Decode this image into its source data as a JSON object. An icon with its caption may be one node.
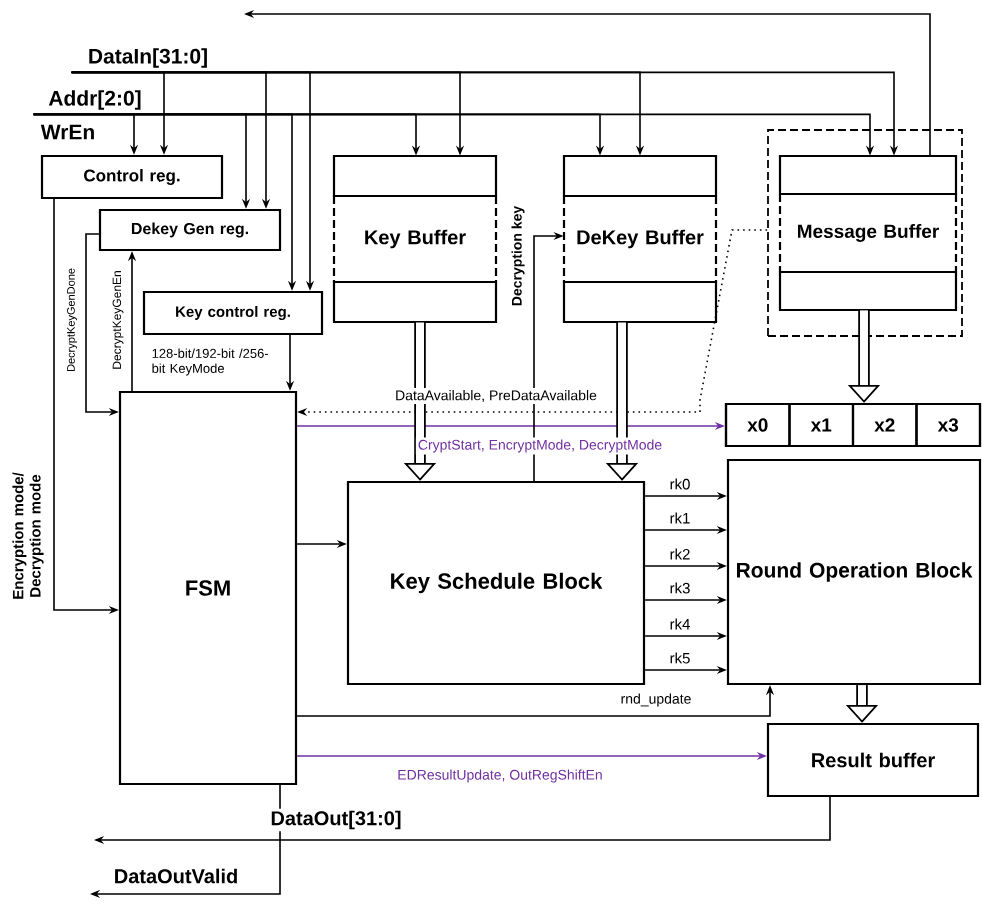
{
  "diagram": {
    "nodes": [
      {
        "text": [
          "DataIn[31:0]"
        ]
      },
      {
        "text": [
          "Addr[2:0]"
        ]
      },
      {
        "text": [
          "Control reg."
        ]
      },
      {
        "text": [
          "Dekey Gen reg."
        ]
      },
      {
        "text": [
          "Key control reg."
        ]
      },
      {
        "text": [
          "Key Buffer"
        ]
      },
      {
        "text": [
          "DeKey Buffer"
        ]
      },
      {
        "text": [],
        "shape": "box"
      },
      {
        "text": [
          "Message Buffer"
        ],
        "in": 7
      },
      {
        "text": [],
        "shape": "box"
      },
      {
        "text": [
          "x0"
        ],
        "in": 9
      },
      {
        "text": [
          "x1"
        ],
        "in": 9
      },
      {
        "text": [
          "x2"
        ],
        "in": 9
      },
      {
        "text": [
          "x3"
        ],
        "in": 9
      },
      {
        "text": [
          "FSM"
        ]
      },
      {
        "text": [
          "Key Schedule Block"
        ]
      },
      {
        "text": [
          "Round Operation Block"
        ]
      },
      {
        "text": [
          "Result buffer"
        ]
      }
    ],
    "edges": [
      {
        "from": 0,
        "to": 2,
        "arrow": "to"
      },
      {
        "from": 1,
        "to": 2,
        "arrow": "to"
      },
      {
        "from": 0,
        "to": 3,
        "arrow": "to"
      },
      {
        "from": 1,
        "to": 3,
        "arrow": "to"
      },
      {
        "from": 0,
        "to": 4,
        "arrow": "to"
      },
      {
        "from": 1,
        "to": 4,
        "arrow": "to"
      },
      {
        "from": 0,
        "to": 5,
        "arrow": "to"
      },
      {
        "from": 1,
        "to": 5,
        "arrow": "to"
      },
      {
        "from": 0,
        "to": 6,
        "arrow": "to"
      },
      {
        "from": 1,
        "to": 6,
        "arrow": "to"
      },
      {
        "from": 0,
        "to": 8,
        "arrow": "to"
      },
      {
        "from": 1,
        "to": 8,
        "arrow": "to"
      },
      {
        "from": 8,
        "to": null,
        "arrow": "to"
      },
      {
        "from": 2,
        "to": 14,
        "arrow": "to",
        "label": "Encryption mode/ Decryption mode"
      },
      {
        "from": 14,
        "to": 3,
        "arrow": "to",
        "label": "DecryptKeyGenEn"
      },
      {
        "from": 3,
        "to": 14,
        "arrow": "to",
        "label": "DecryptKeyGenDone"
      },
      {
        "from": 4,
        "to": 14,
        "arrow": "to",
        "label": "128-bit/192-bit /256-bit KeyMode"
      },
      {
        "from": 7,
        "to": 14,
        "arrow": "to",
        "label": "DataAvailable, PreDataAvailable",
        "style": "dashed"
      },
      {
        "from": 14,
        "to": 9,
        "arrow": "to",
        "label": "CryptStart, EncryptMode, DecryptMode",
        "color": "#7030a0"
      },
      {
        "from": 14,
        "to": 15,
        "arrow": "to"
      },
      {
        "from": 14,
        "to": 16,
        "arrow": "to",
        "label": "rnd_update"
      },
      {
        "from": 14,
        "to": 17,
        "arrow": "to",
        "label": "EDResultUpdate, OutRegShiftEn",
        "color": "#7030a0"
      },
      {
        "from": 5,
        "to": 15,
        "arrow": "to",
        "style": "thick"
      },
      {
        "from": 6,
        "to": 15,
        "arrow": "to",
        "style": "thick"
      },
      {
        "from": 8,
        "to": 9,
        "arrow": "to",
        "style": "thick"
      },
      {
        "from": 15,
        "to": 16,
        "arrow": "to",
        "label": "rk0"
      },
      {
        "from": 15,
        "to": 16,
        "arrow": "to",
        "label": "rk1"
      },
      {
        "from": 15,
        "to": 16,
        "arrow": "to",
        "label": "rk2"
      },
      {
        "from": 15,
        "to": 16,
        "arrow": "to",
        "label": "rk3"
      },
      {
        "from": 15,
        "to": 16,
        "arrow": "to",
        "label": "rk4"
      },
      {
        "from": 15,
        "to": 16,
        "arrow": "to",
        "label": "rk5"
      },
      {
        "from": 15,
        "to": 6,
        "arrow": "to",
        "label": "Decryption key"
      },
      {
        "from": 16,
        "to": 17,
        "arrow": "to",
        "style": "thick"
      },
      {
        "from": 17,
        "to": null,
        "arrow": "to",
        "label": "DataOut[31:0]"
      },
      {
        "from": 14,
        "to": null,
        "arrow": "to",
        "label": "DataOutValid"
      }
    ],
    "labels": [
      "WrEn"
    ]
  }
}
